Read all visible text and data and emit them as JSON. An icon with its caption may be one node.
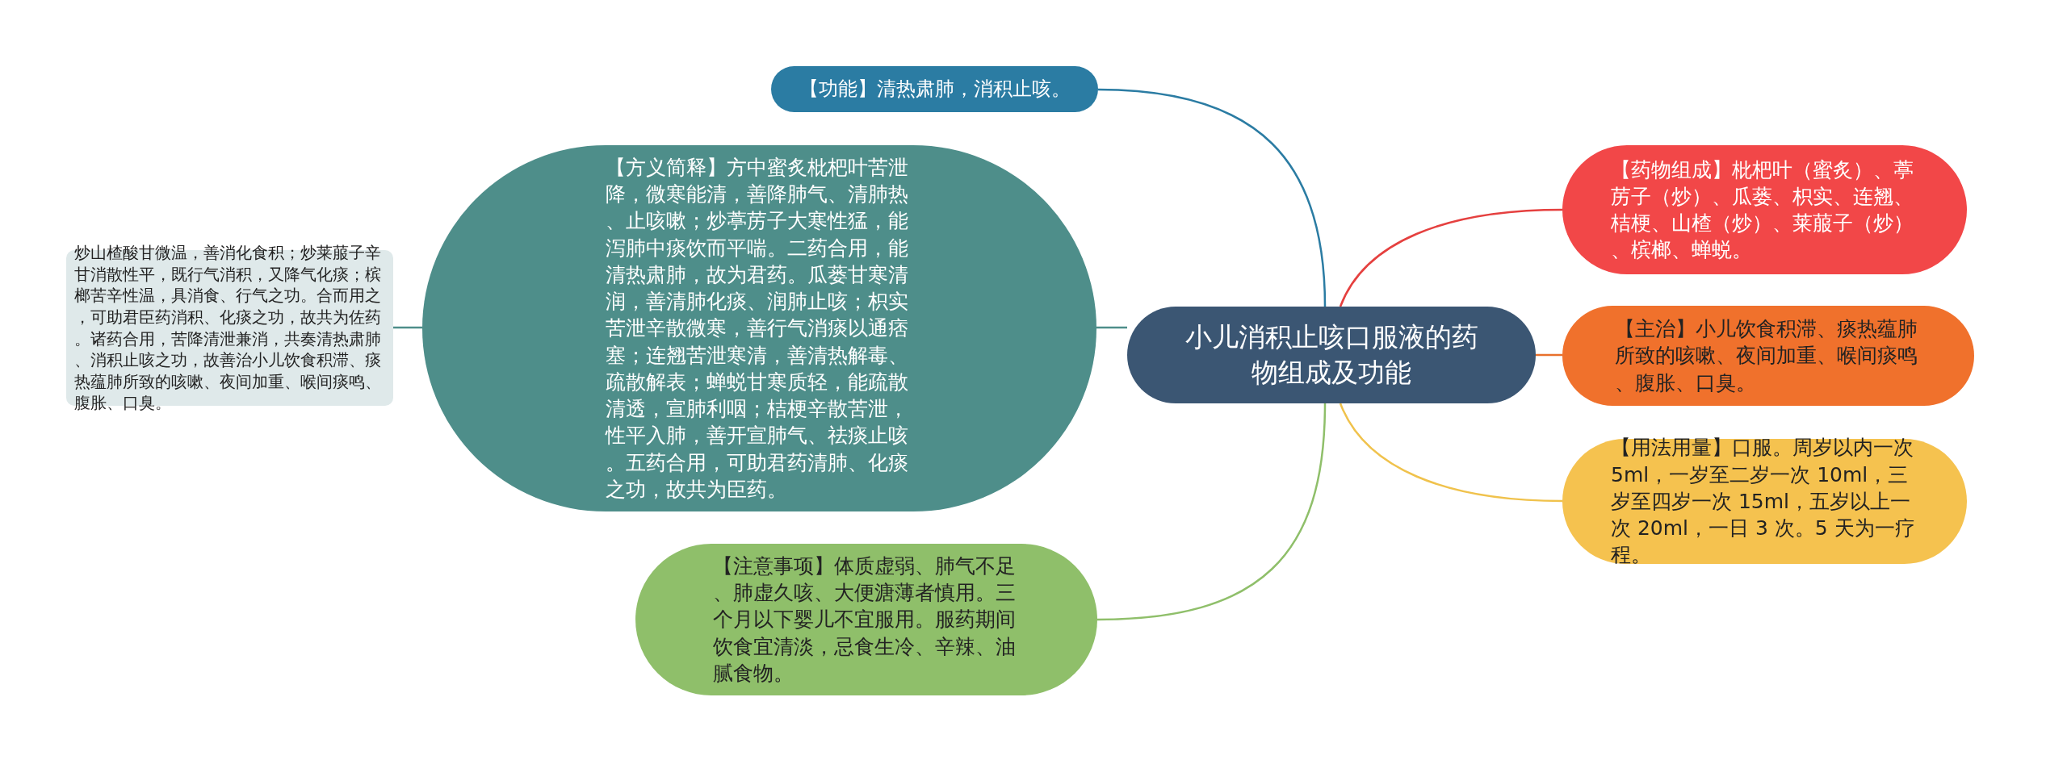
{
  "diagram": {
    "nodes": [
      {
        "text": [
          "小儿消积止咳口服液的药物组成及功能"
        ]
      },
      {
        "text": [
          "【功能】清热肃肺，消积止咳。"
        ]
      },
      {
        "text": [
          "【方义简释】方中蜜炙枇杷叶苦泄降，微寒能清，善降肺气、清肺热、止咳嗽；炒葶苈子大寒性猛，能泻肺中痰饮而平喘。二药合用，能清热肃肺，故为君药。瓜蒌甘寒清润，善清肺化痰、润肺止咳；枳实苦泄辛散微寒，善行气消痰以通痞塞；连翘苦泄寒清，善清热解毒、疏散解表；蝉蜕甘寒质轻，能疏散清透，宣肺利咽；桔梗辛散苦泄，性平入肺，善开宣肺气、祛痰止咳。五药合用，可助君药清肺、化痰之功，故共为臣药。"
        ]
      },
      {
        "text": [
          "炒山楂酸甘微温，善消化食积；炒莱菔子辛甘消散性平，既行气消积，又降气化痰；槟榔苦辛性温，具消食、行气之功。合而用之，可助君臣药消积、化痰之功，故共为佐药。诸药合用，苦降清泄兼消，共奏清热肃肺、消积止咳之功，故善治小儿饮食积滞、痰热蕴肺所致的咳嗽、夜间加重、喉间痰鸣、腹胀、口臭。"
        ]
      },
      {
        "text": [
          "【注意事项】体质虚弱、肺气不足、肺虚久咳、大便溏薄者慎用。三个月以下婴儿不宜服用。服药期间饮食宜清淡，忌食生冷、辛辣、油腻食物。"
        ]
      },
      {
        "text": [
          "【药物组成】枇杷叶（蜜炙）、葶苈子（炒）、瓜蒌、枳实、连翘、桔梗、山楂（炒）、莱菔子（炒）、槟榔、蝉蜕。"
        ]
      },
      {
        "text": [
          "【主治】小儿饮食积滞、痰热蕴肺所致的咳嗽、夜间加重、喉间痰鸣、腹胀、口臭。"
        ]
      },
      {
        "text": [
          "【用法用量】口服。周岁以内一次 5ml，一岁至二岁一次 10ml，三岁至四岁一次 15ml，五岁以上一次 20ml，一日 3 次。5 天为一疗程。"
        ]
      }
    ],
    "edges": [
      {
        "from": 0,
        "to": 1,
        "arrow": "none",
        "color": "#2b7ca3"
      },
      {
        "from": 0,
        "to": 2,
        "arrow": "none",
        "color": "#4e8e8a"
      },
      {
        "from": 2,
        "to": 3,
        "arrow": "none",
        "color": "#4e8e8a"
      },
      {
        "from": 0,
        "to": 4,
        "arrow": "none",
        "color": "#8fbf6a"
      },
      {
        "from": 0,
        "to": 5,
        "arrow": "none",
        "color": "#e5403f"
      },
      {
        "from": 0,
        "to": 6,
        "arrow": "none",
        "color": "#e8702c"
      },
      {
        "from": 0,
        "to": 7,
        "arrow": "none",
        "color": "#f0c24c"
      }
    ]
  }
}
